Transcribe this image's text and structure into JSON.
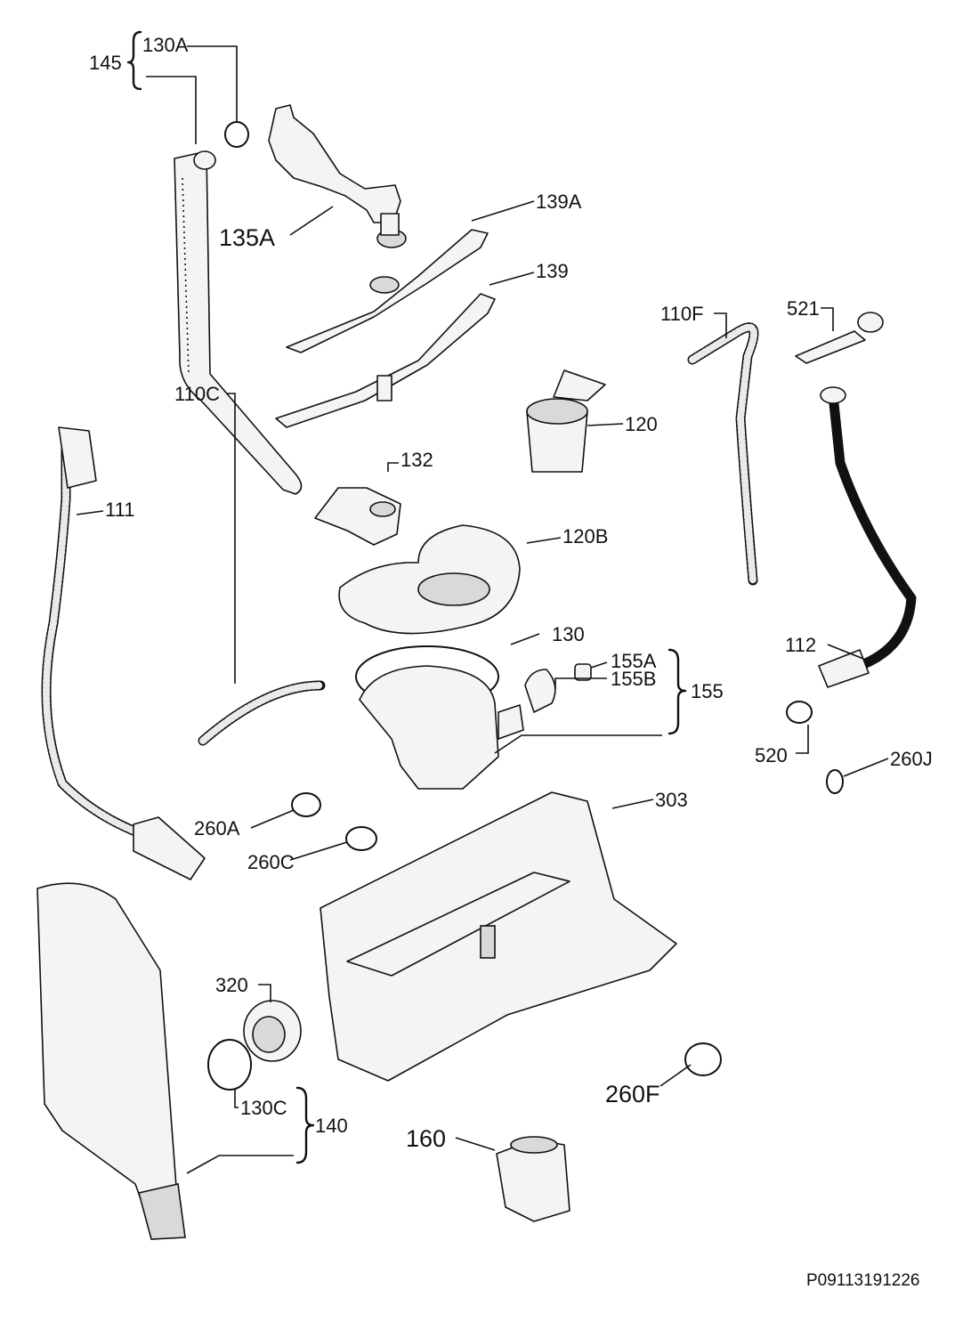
{
  "diagram": {
    "document_code": "P09113191226",
    "labels": {
      "l145": "145",
      "l130a": "130A",
      "l135a": "135A",
      "l139a": "139A",
      "l139": "139",
      "l110f": "110F",
      "l521": "521",
      "l120": "120",
      "l132": "132",
      "l111": "111",
      "l120b": "120B",
      "l130": "130",
      "l155a": "155A",
      "l155b": "155B",
      "l155": "155",
      "l110c": "110C",
      "l112": "112",
      "l520": "520",
      "l260j": "260J",
      "l303": "303",
      "l260a": "260A",
      "l260c": "260C",
      "l320": "320",
      "l130c": "130C",
      "l140": "140",
      "l260f": "260F",
      "l160": "160"
    }
  }
}
